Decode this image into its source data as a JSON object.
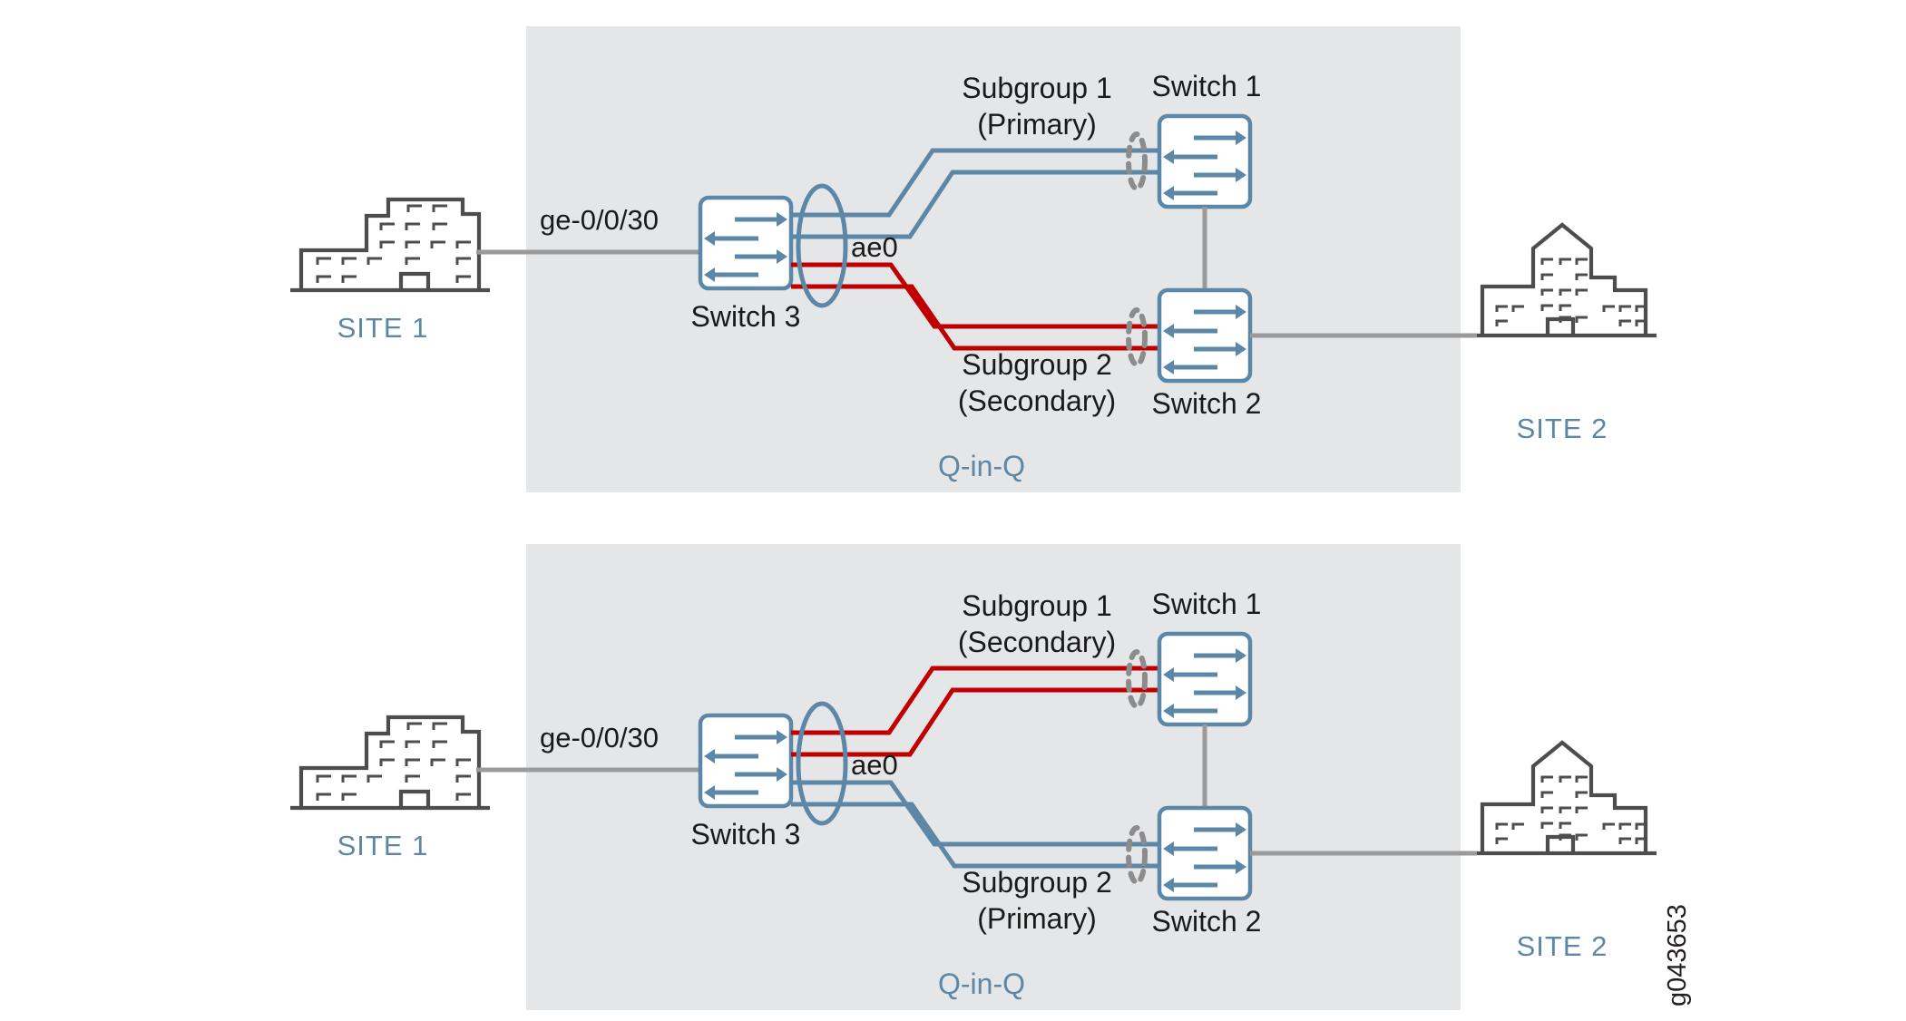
{
  "figure": {
    "id_label": "g043653",
    "colors": {
      "panel_bg": "#e5e6e8",
      "link_blue": "#5d87a6",
      "link_red": "#c00000",
      "gray_line": "#9a9a9a",
      "building_stroke": "#4d4d4f",
      "site_label": "#5d87a6",
      "qinq_label": "#5d87a6",
      "text_black": "#1a1a1a",
      "switch_fill": "#ffffff",
      "switch_stroke": "#5d87a6",
      "dash_gray": "#8c8c8c"
    }
  },
  "panels": [
    {
      "name": "top-panel",
      "qinq_label": "Q-in-Q",
      "site_left": {
        "label": "SITE 1",
        "icon": "office-building-icon"
      },
      "site_right": {
        "label": "SITE 2",
        "icon": "office-building-tower-icon"
      },
      "interface_label": "ge-0/0/30",
      "lag_label": "ae0",
      "switches": [
        {
          "name": "switch-3",
          "label": "Switch 3"
        },
        {
          "name": "switch-1",
          "label": "Switch 1"
        },
        {
          "name": "switch-2",
          "label": "Switch 2"
        }
      ],
      "subgroups": [
        {
          "name": "subgroup-1",
          "line1": "Subgroup 1",
          "line2": "(Primary)",
          "color": "#5d87a6",
          "state": "Primary"
        },
        {
          "name": "subgroup-2",
          "line1": "Subgroup 2",
          "line2": "(Secondary)",
          "color": "#c00000",
          "state": "Secondary"
        }
      ]
    },
    {
      "name": "bottom-panel",
      "qinq_label": "Q-in-Q",
      "site_left": {
        "label": "SITE 1",
        "icon": "office-building-icon"
      },
      "site_right": {
        "label": "SITE 2",
        "icon": "office-building-tower-icon"
      },
      "interface_label": "ge-0/0/30",
      "lag_label": "ae0",
      "switches": [
        {
          "name": "switch-3",
          "label": "Switch 3"
        },
        {
          "name": "switch-1",
          "label": "Switch 1"
        },
        {
          "name": "switch-2",
          "label": "Switch 2"
        }
      ],
      "subgroups": [
        {
          "name": "subgroup-1",
          "line1": "Subgroup 1",
          "line2": "(Secondary)",
          "color": "#c00000",
          "state": "Secondary"
        },
        {
          "name": "subgroup-2",
          "line1": "Subgroup 2",
          "line2": "(Primary)",
          "color": "#5d87a6",
          "state": "Primary"
        }
      ]
    }
  ]
}
